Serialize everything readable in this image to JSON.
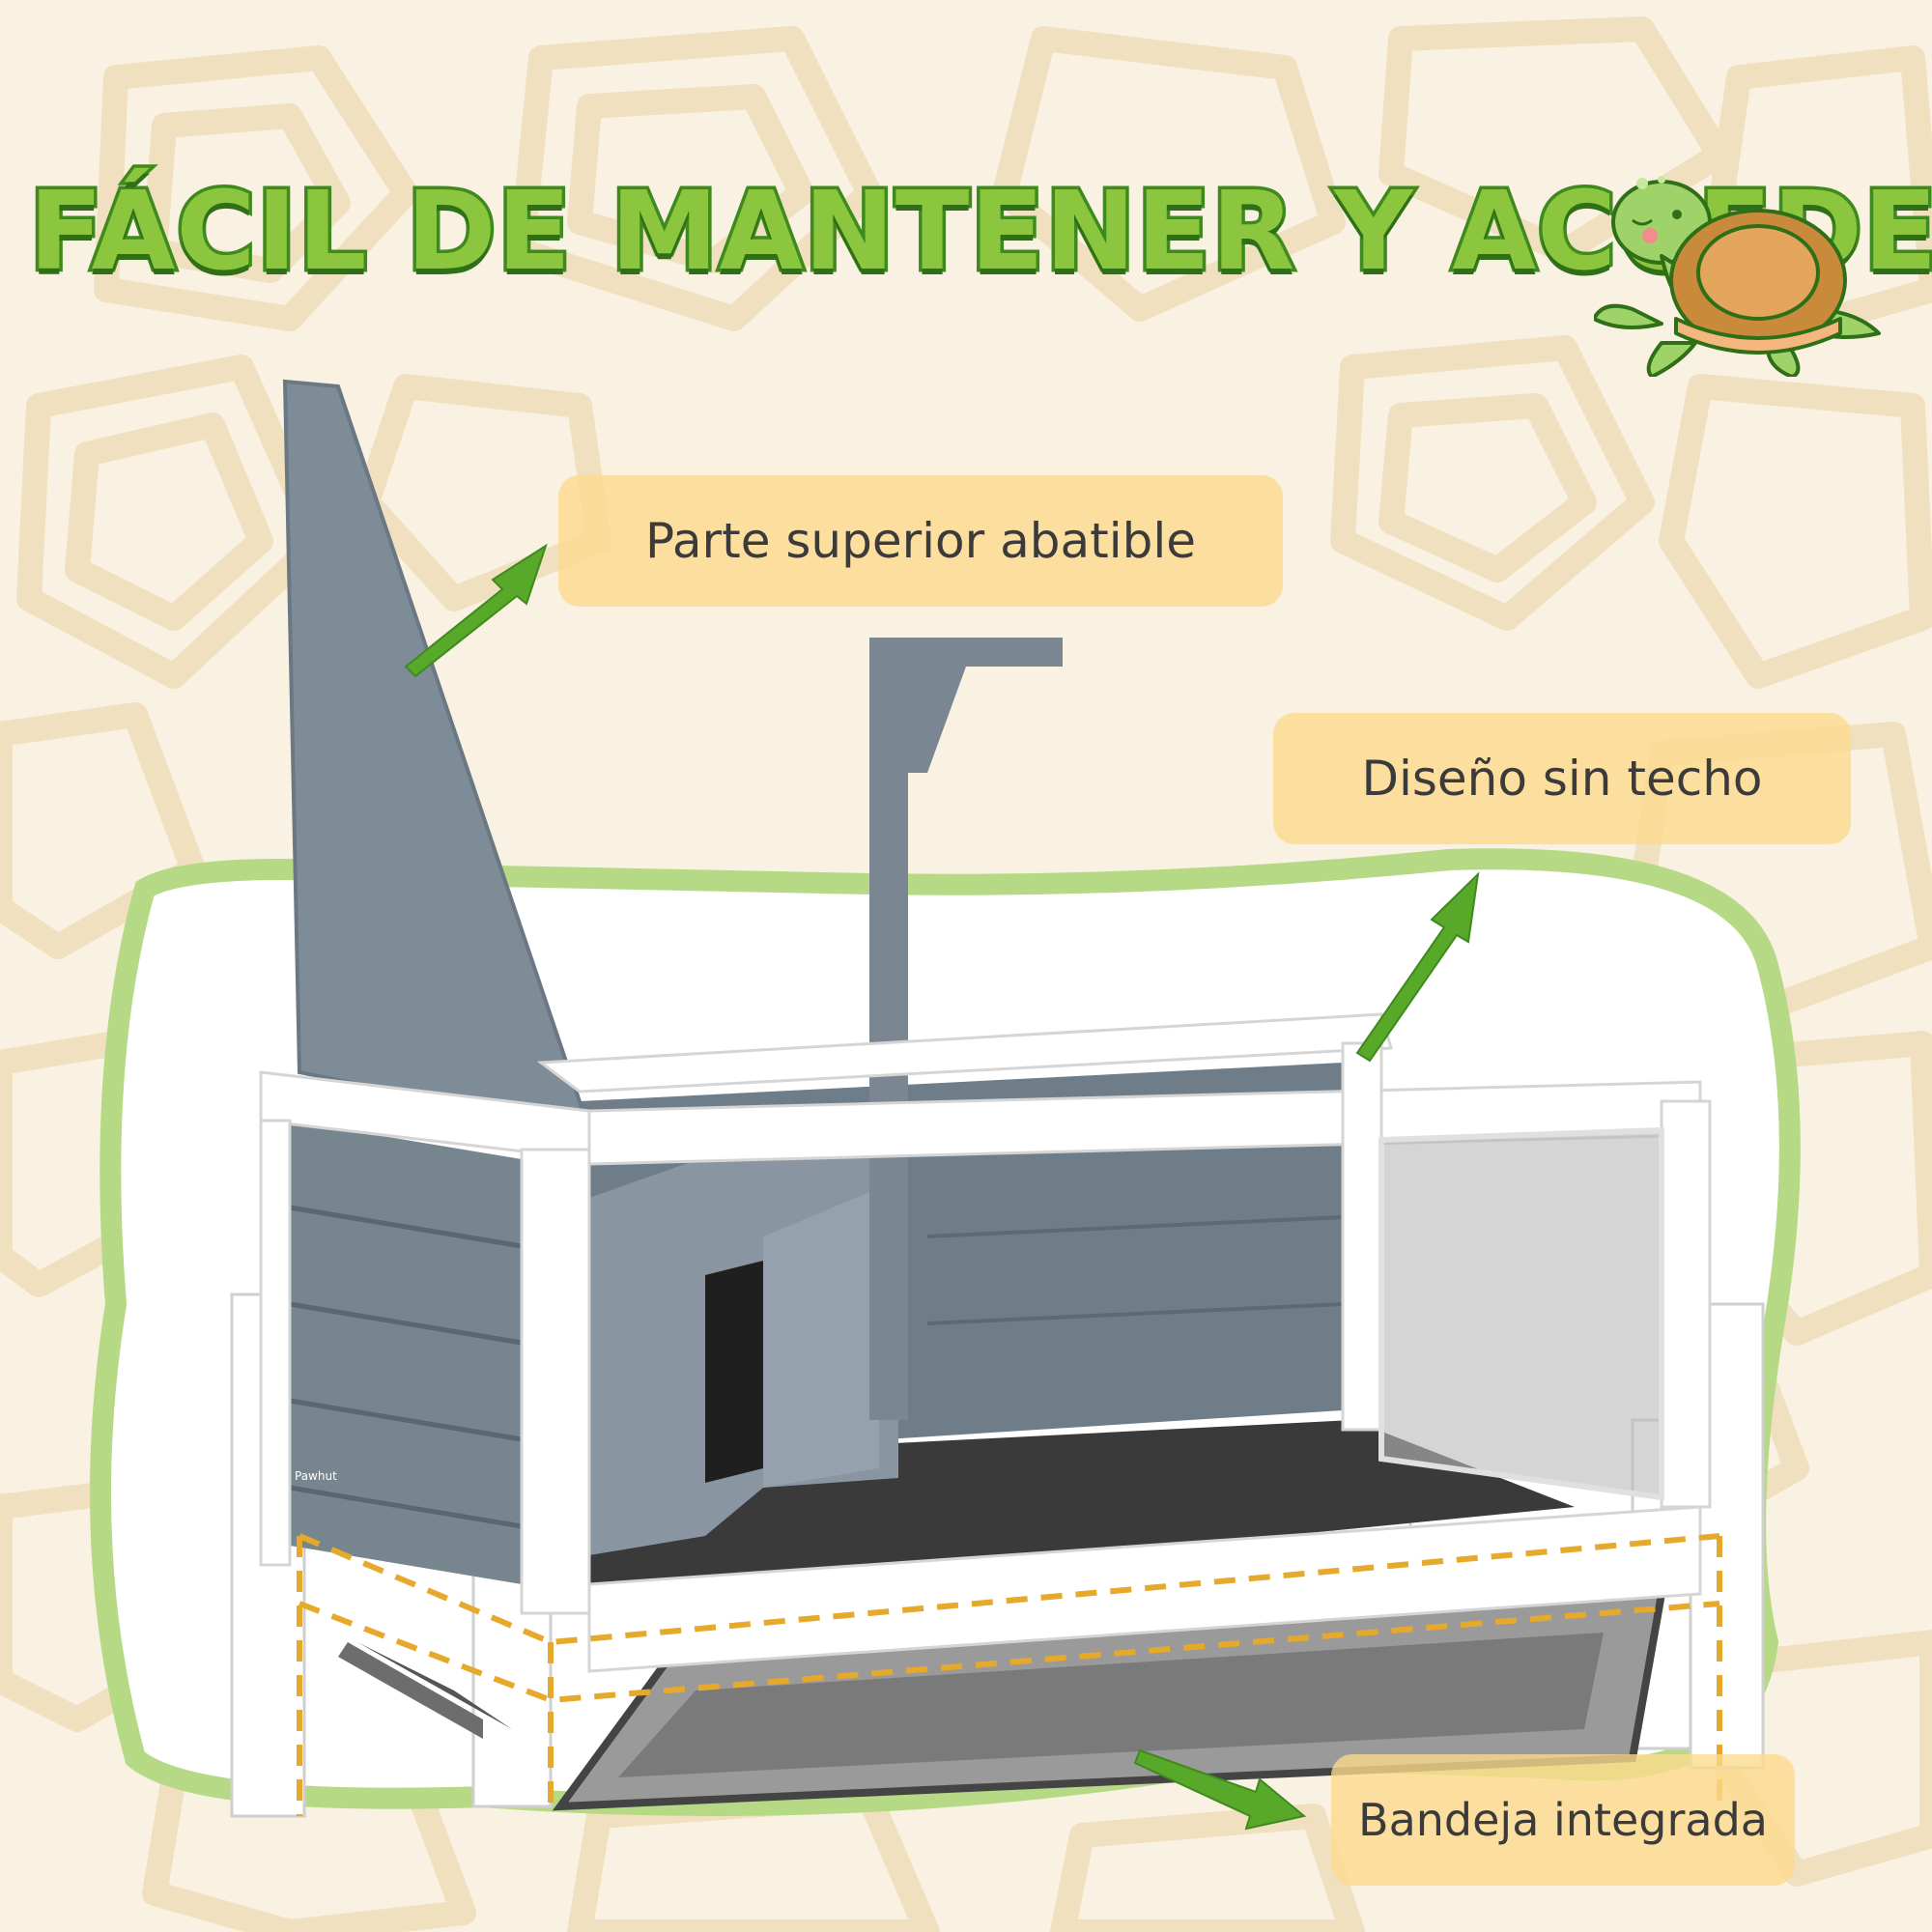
{
  "heading": "FÁCIL DE MANTENER Y ACCEDER",
  "callouts": {
    "top": "Parte superior abatible",
    "roof": "Diseño sin techo",
    "tray": "Bandeja integrada"
  },
  "brand_label": "Pawhut",
  "icons": [
    "turtle-icon",
    "arrow-icon"
  ],
  "colors": {
    "background": "#f9f1e1",
    "pattern": "#f3e4c7",
    "title_fill": "#8cc63f",
    "title_stroke": "#3e8a1e",
    "callout_bg": "#fcda8c",
    "frame_green": "#b5d985",
    "wood_gray": "#7d8b98",
    "dash_orange": "#e6a92b"
  }
}
